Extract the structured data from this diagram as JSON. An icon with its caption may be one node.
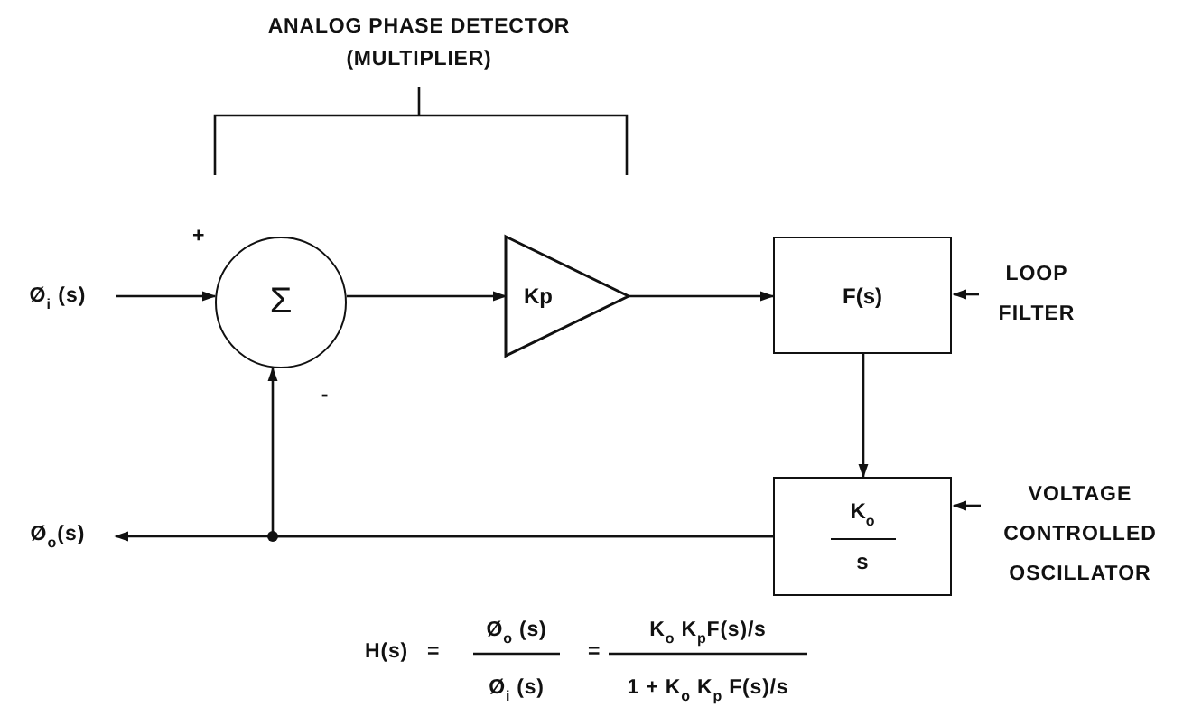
{
  "diagram": {
    "nodes": [
      {
        "text": [
          "Ø$_{i}$ (s)"
        ]
      },
      {
        "text": [
          "Σ"
        ]
      },
      {
        "text": [
          "Kp"
        ]
      },
      {
        "text": [
          "F(s)"
        ]
      },
      {
        "text": [
          "K$_{o}$",
          "s"
        ]
      },
      {
        "text": [
          "Ø$_{o}$(s)"
        ]
      },
      {
        "text": [
          "LOOP FILTER"
        ]
      },
      {
        "text": [
          "VOLTAGE CONTROLLED OSCILLATOR"
        ]
      }
    ],
    "edges": [
      {
        "from": 0,
        "to": 1,
        "arrow": "to"
      },
      {
        "from": 1,
        "to": 2,
        "arrow": "to"
      },
      {
        "from": 2,
        "to": 3,
        "arrow": "to"
      },
      {
        "from": 3,
        "to": 4,
        "arrow": "to"
      },
      {
        "from": 4,
        "to": 5,
        "arrow": "to"
      },
      {
        "from": 4,
        "to": 1,
        "arrow": "to"
      },
      {
        "from": 6,
        "to": 3,
        "arrow": "to"
      },
      {
        "from": 7,
        "to": 4,
        "arrow": "to"
      }
    ],
    "labels": [
      "ANALOG PHASE DETECTOR (MULTIPLIER)",
      "+",
      "-",
      "H(s)",
      "=",
      "Ø$_{o}$ (s)",
      "Ø$_{i}$ (s)",
      "=",
      "K$_{o}$ K$_{p}$F(s)/s",
      "1 + K$_{o}$ K$_{p}$ F(s)/s"
    ]
  }
}
